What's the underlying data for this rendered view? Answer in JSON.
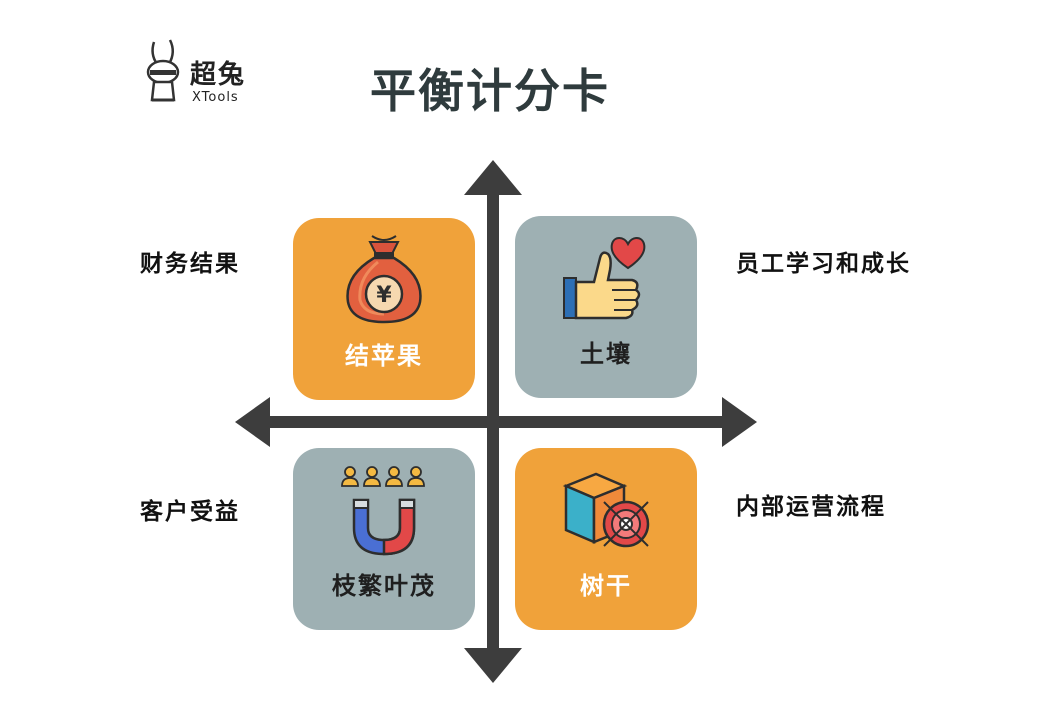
{
  "logo": {
    "cn": "超兔",
    "en": "XTools"
  },
  "title": "平衡计分卡",
  "quadrants": [
    {
      "tile_label": "结苹果",
      "side_label": "财务结果",
      "icon": "money-bag-icon",
      "color": "#f0a23a"
    },
    {
      "tile_label": "土壤",
      "side_label": "员工学习和成长",
      "icon": "thumbs-up-heart-icon",
      "color": "#9eb0b3"
    },
    {
      "tile_label": "枝繁叶茂",
      "side_label": "客户受益",
      "icon": "customer-magnet-icon",
      "color": "#9eb0b3"
    },
    {
      "tile_label": "树干",
      "side_label": "内部运营流程",
      "icon": "cube-target-icon",
      "color": "#f0a23a"
    }
  ],
  "colors": {
    "orange": "#f0a23a",
    "grey": "#9eb0b3",
    "axis": "#3d3d3d",
    "title": "#2f3b3d"
  }
}
